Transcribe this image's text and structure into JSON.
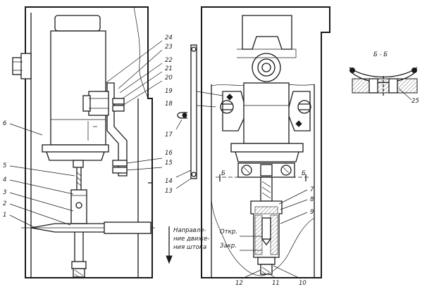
{
  "section_title": "Б - Б",
  "section_letter": "Б",
  "numbers": {
    "n1": "1",
    "n2": "2",
    "n3": "3",
    "n4": "4",
    "n5": "5",
    "n6": "6",
    "n7": "7",
    "n8": "8",
    "n9": "9",
    "n10": "10",
    "n11": "11",
    "n12": "12",
    "n13": "13",
    "n14": "14",
    "n15": "15",
    "n16": "16",
    "n17": "17",
    "n18": "18",
    "n19": "19",
    "n20": "20",
    "n21": "21",
    "n22": "22",
    "n23": "23",
    "n24": "24",
    "n25": "25"
  },
  "direction_note_line1": "Направле-",
  "direction_note_line2": "ние движе-",
  "direction_note_line3": "ния штока",
  "open_label": "Откр.",
  "closed_label": "Закр."
}
